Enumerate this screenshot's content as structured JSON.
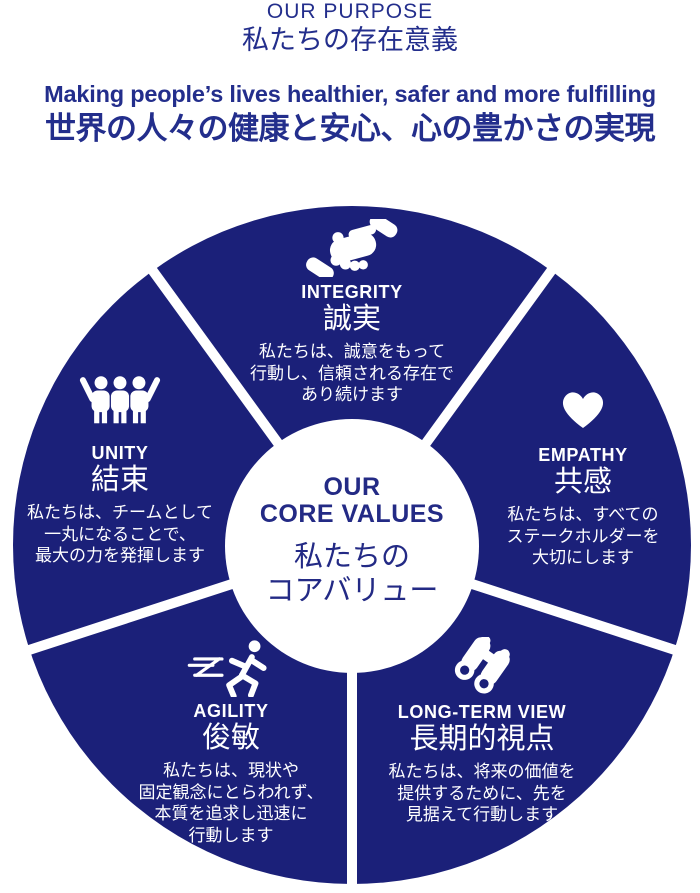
{
  "header": {
    "purpose_en": "OUR PURPOSE",
    "purpose_jp": "私たちの存在意義",
    "tagline_en": "Making people’s lives healthier, safer and more fulfilling",
    "tagline_jp": "世界の人々の健康と安心、心の豊かさの実現"
  },
  "center": {
    "en_line1": "OUR",
    "en_line2": "CORE VALUES",
    "jp_line1": "私たちの",
    "jp_line2": "コアバリュー"
  },
  "values": [
    {
      "key": "integrity",
      "icon": "handshake-icon",
      "name_en": "INTEGRITY",
      "name_jp": "誠実",
      "desc_lines": [
        "私たちは、誠意をもって",
        "行動し、信頼される存在で",
        "あり続けます"
      ]
    },
    {
      "key": "empathy",
      "icon": "heart-icon",
      "name_en": "EMPATHY",
      "name_jp": "共感",
      "desc_lines": [
        "私たちは、すべての",
        "ステークホルダーを",
        "大切にします"
      ]
    },
    {
      "key": "long-term-view",
      "icon": "binoculars-icon",
      "name_en": "LONG-TERM VIEW",
      "name_jp": "長期的視点",
      "desc_lines": [
        "私たちは、将来の価値を",
        "提供するために、先を",
        "見据えて行動します"
      ]
    },
    {
      "key": "agility",
      "icon": "runner-icon",
      "name_en": "AGILITY",
      "name_jp": "俊敏",
      "desc_lines": [
        "私たちは、現状や",
        "固定観念にとらわれず、",
        "本質を追求し迅速に",
        "行動します"
      ]
    },
    {
      "key": "unity",
      "icon": "people-icon",
      "name_en": "UNITY",
      "name_jp": "結束",
      "desc_lines": [
        "私たちは、チームとして",
        "一丸になることで、",
        "最大の力を発揮します"
      ]
    }
  ],
  "colors": {
    "navy": "#1b2079",
    "header_blue": "#232e8c",
    "center_blue": "#232a85",
    "white": "#ffffff"
  }
}
